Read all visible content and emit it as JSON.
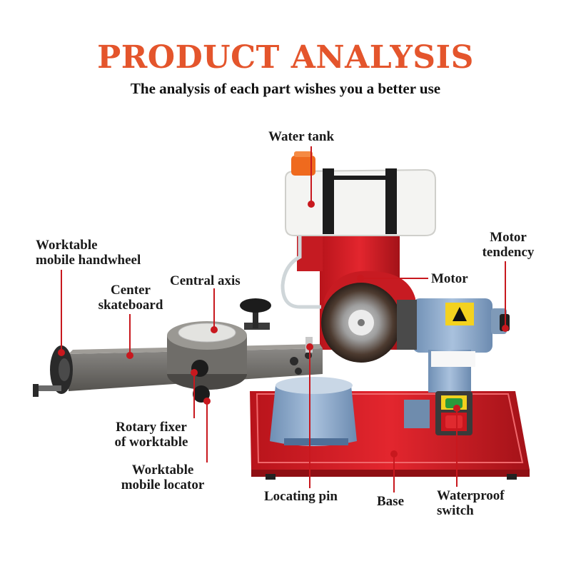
{
  "header": {
    "title": "PRODUCT ANALYSIS",
    "subtitle": "The analysis of each part wishes you a better use"
  },
  "labels": {
    "water_tank": "Water tank",
    "worktable_handwheel": [
      "Worktable",
      "mobile handwheel"
    ],
    "motor_tendency": [
      "Motor",
      "tendency"
    ],
    "central_axis": "Central axis",
    "center_skateboard": [
      "Center",
      "skateboard"
    ],
    "motor": "Motor",
    "rotary_fixer": [
      "Rotary fixer",
      "of worktable"
    ],
    "mobile_locator": [
      "Worktable",
      "mobile locator"
    ],
    "locating_pin": "Locating pin",
    "base": "Base",
    "waterproof_switch": [
      "Waterproof",
      "switch"
    ]
  },
  "colors": {
    "accent": "#e4552c",
    "leader_line": "#c8181e",
    "machine_red": "#d9232b",
    "motor_blue": "#8aa7c8",
    "steel_grey": "#6e6c68"
  }
}
